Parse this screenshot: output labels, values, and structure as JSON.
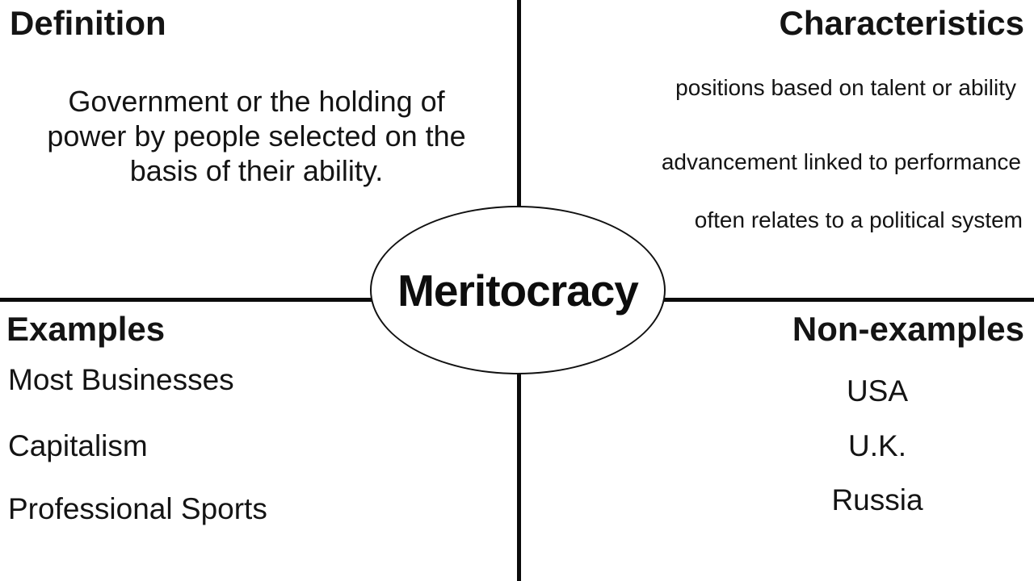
{
  "diagram": {
    "type": "frayer-model",
    "line_color": "#0b0b0b",
    "text_color": "#141414",
    "background_color": "#ffffff"
  },
  "center": {
    "term": "Meritocracy"
  },
  "quadrants": {
    "definition": {
      "heading": "Definition",
      "lines": [
        "Government or the holding of",
        "power by people selected on the",
        "basis of their ability."
      ]
    },
    "characteristics": {
      "heading": "Characteristics",
      "items": [
        "positions based on talent or ability",
        "advancement linked to performance",
        "often relates to a political system"
      ]
    },
    "examples": {
      "heading": "Examples",
      "items": [
        "Most Businesses",
        "Capitalism",
        "Professional Sports"
      ]
    },
    "non_examples": {
      "heading": "Non-examples",
      "items": [
        "USA",
        "U.K.",
        "Russia"
      ]
    }
  }
}
